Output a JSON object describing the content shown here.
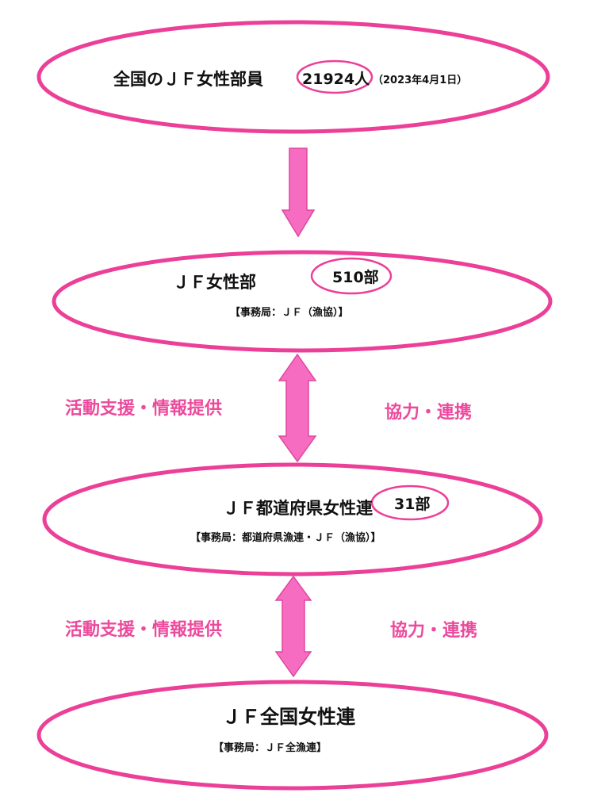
{
  "colors": {
    "ellipse": "#ec3f98",
    "arrow_fill": "#f56cc0",
    "arrow_stroke": "#e0479f",
    "label": "#ec4a9c"
  },
  "level1": {
    "title": "全国のＪＦ女性部員",
    "count": "21924人",
    "date": "（2023年4月1日）"
  },
  "level2": {
    "title": "ＪＦ女性部",
    "count": "510部",
    "secretariat": "【事務局：ＪＦ（漁協）】"
  },
  "level3": {
    "title": "ＪＦ都道府県女性連",
    "count": "31部",
    "secretariat": "【事務局：都道府県漁連・ＪＦ（漁協）】"
  },
  "level4": {
    "title": "ＪＦ全国女性連",
    "secretariat": "【事務局：ＪＦ全漁連】"
  },
  "links": [
    {
      "left": "活動支援・情報提供",
      "right": "協力・連携"
    },
    {
      "left": "活動支援・情報提供",
      "right": "協力・連携"
    }
  ]
}
